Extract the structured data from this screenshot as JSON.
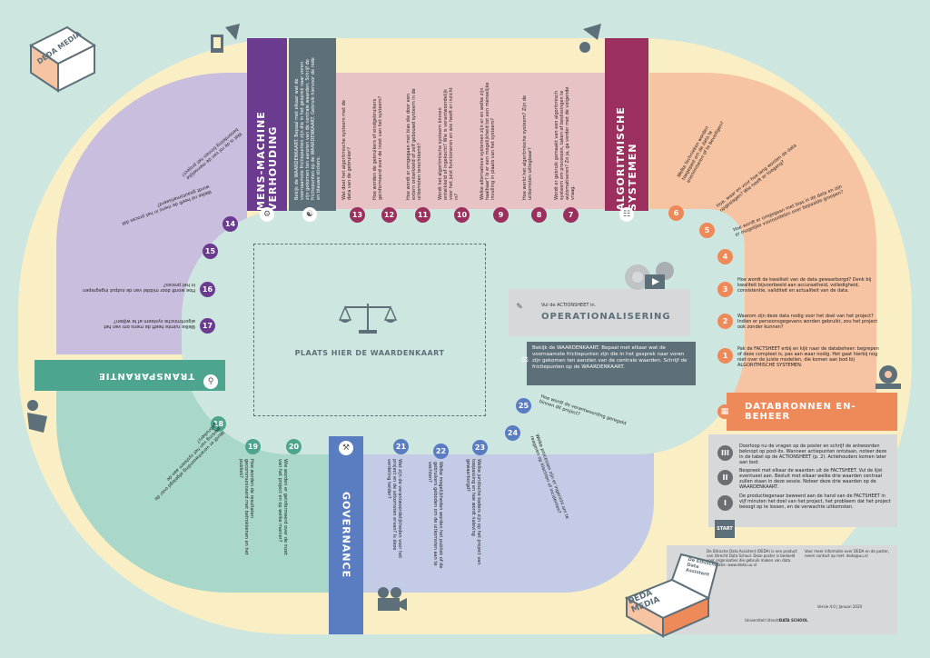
{
  "title": "PLAATS HIER DE WAARDENKAART",
  "sections": {
    "mens": "MENS-MACHINE VERHOUDING",
    "algo": "ALGORITMISCHE SYSTEMEN",
    "transp": "TRANSPARANTIE",
    "gov": "GOVERNANCE",
    "data": "DATABRONNEN EN-BEHEER",
    "oper": "OPERATIONALISERING"
  },
  "oper_pre": "Vul de ACTIONSHEET in.",
  "oper_box": "Bekijk de WAARDENKAART. Bepaal met elkaar wat de voornaamste frictiepunten zijn die in het gesprek naar voren zijn gekomen ten aanzien van de centrale waarden. Schrijf de frictiepunten op de WAARDENKAART.",
  "mens_box": "Bekijk de WAARDENKAART. Bepaal met elkaar wat de voornaamste frictiepunten zijn die in het gesprek naar voren zijn gekomen ten aanzien van de centrale waarden. Schrijf de frictiepunten op de WAARDENKAART. Gebruik hiervoor de rode en blauwe stickers.",
  "right_q": [
    {
      "n": "1",
      "t": "Pak de FACTSHEET erbij en kijk naar de databeheer: begrepen of deze compleet is, pas aan waar nodig. Het gaat hierbij nog niet over de juiste modellen, die komen aan bod bij ALGORITMISCHE SYSTEMEN."
    },
    {
      "n": "2",
      "t": "Waarom zijn deze data nodig voor het doel van het project? Indien er persoonsgegevens worden gebruikt, zou het project ook zonder kunnen?"
    },
    {
      "n": "3",
      "t": "Hoe wordt de kwaliteit van de data gewaarborgd? Denk bij kwaliteit bijvoorbeeld aan accuraatheid, volledigheid, consistentie, validiteit en actualiteit van de data."
    },
    {
      "n": "4",
      "t": "Hoe wordt er omgegaan met bias in de data en zijn er mogelijke vooroordelen over bepaalde groepen?"
    },
    {
      "n": "5",
      "t": "Hoe, waar en voor hoe lang worden de data opgeslagen? Wie heeft er toegang?"
    },
    {
      "n": "6",
      "t": "Welke technieken worden toegepast om de data te anonimiseren of te beveiligen?"
    }
  ],
  "top_q": [
    {
      "n": "7",
      "t": "Wordt er gebruik gemaakt van een algoritmisch systeem om processen, taken of beslissingen te automatiseren? Zo ja, ga verder met de volgende vraag."
    },
    {
      "n": "8",
      "t": "Hoe werkt het algoritmische systeem? Zijn de uitkomsten uitlegbaar?"
    },
    {
      "n": "9",
      "t": "Welke alternatieve systemen zijn er en welke zijn haalbaar? Is er een mogelijkheid tot een menselijke invulling in plaats van het systeem?"
    },
    {
      "n": "10",
      "t": "Wordt het algoritmische systeem binnen ontwikkeld of ingekocht? Wie is verantwoordelijk voor het juist functioneren en wie heeft er inzicht in?"
    },
    {
      "n": "11",
      "t": "Hoe wordt er omgegaan met bias die door een extern ontwikkeld of zelf gebouwd systeem in de uitkomsten terechtkomt?"
    },
    {
      "n": "12",
      "t": "Hoe worden de gebruikers of eindgebruikers geinformeerd over de inzet van het systeem?"
    },
    {
      "n": "13",
      "t": "Wat doet het algoritmische systeem met de data van de gebruiker?"
    }
  ],
  "left_q": [
    {
      "n": "14",
      "t": "Wat is de rol van de menselijke beoordeling binnen het project?"
    },
    {
      "n": "15",
      "t": "Welke rol heeft de mens in het proces dat wordt geautomatiseerd?"
    },
    {
      "n": "16",
      "t": "Hoe wordt door middel van de output ingegrepen in het proces?"
    },
    {
      "n": "17",
      "t": "Welke ruimte heeft de mens om van het algoritmische systeem af te wijken?"
    }
  ],
  "bl_q": [
    {
      "n": "18",
      "t": "Wordt er verantwoording afgelegd over de werking van het systeem aan de gebruikers?"
    },
    {
      "n": "19",
      "t": "Hoe worden de resultaten gecommuniceerd met betrokkenen en het publiek?"
    },
    {
      "n": "20",
      "t": "Wie worden er geinformeerd over de inzet van het project en op welke manier?"
    }
  ],
  "bm_q": [
    {
      "n": "21",
      "t": "Wat zijn de verantwoordelijkheden voor het project en de uitkomsten ervan? Is deze verdeling helder?"
    },
    {
      "n": "22",
      "t": "Welke mogelijkheden worden het publiek of de gebruikers geboden om de uitkomsten aan te vechten?"
    },
    {
      "n": "23",
      "t": "Welke juridische kaders zijn op het project van toepassing en hoe wordt naleving gewaarborgd?"
    },
    {
      "n": "24",
      "t": "Welke processen zijn er ingericht om te reageren op klachten of incidenten?"
    },
    {
      "n": "25",
      "t": "Hoe wordt de verantwoording geregeld binnen dit project?"
    }
  ],
  "steps": [
    {
      "n": "III",
      "t": "Doorloop nu de vragen op de poster en schrijf de antwoorden beknopt op post-its. Wanneer actiepunten ontstaan, noteer deze in de tabel op de ACTIONSHEET (p. 2). Actiehouders komen later aan bod."
    },
    {
      "n": "II",
      "t": "Bespreek met elkaar de waarden uit de FACTSHEET. Vul de lijst eventueel aan. Besluit met elkaar welke drie waarden centraal zullen staan in deze sessie. Noteer deze drie waarden op de WAARDENKAART."
    },
    {
      "n": "I",
      "t": "De productiegenaar beweerd aan de hand van de FACTSHEET in vijf minuten het doel van het project, het probleem dat het project beoogt op te lossen, en de verwachte uitkomsten."
    }
  ],
  "start": "START",
  "box_logo": "DEDA MEDIA",
  "box_side": "De Ethische Data Assistent",
  "footer": {
    "col1": "De Ethische Data Assistent (DEDA) is een product van Utrecht Data School. Deze poster is bedoeld voor organisaties die gebruik maken van data. Informatie: www.deda.uu.nl",
    "col2": "Voor meer informatie over DEDA en de poster, neem contact op met: deda@uu.nl",
    "partners": [
      "Universiteit Utrecht",
      "DATA SCHOOL"
    ],
    "version": "Versie 4.0 | Januari 2020"
  },
  "colors": {
    "bg": "#cde6e0",
    "track": "#f9eec4",
    "purple": "#c9bedd",
    "purple_dark": "#6a3b8f",
    "pink": "#e8c3c6",
    "maroon": "#9b2f5d",
    "orange": "#f6c3a3",
    "orange_dark": "#ee8a5a",
    "teal": "#a9d8cb",
    "teal_dark": "#4ea58f",
    "blue": "#c4cbe6",
    "blue_dark": "#5a7dc2",
    "slate": "#5d6f78"
  }
}
